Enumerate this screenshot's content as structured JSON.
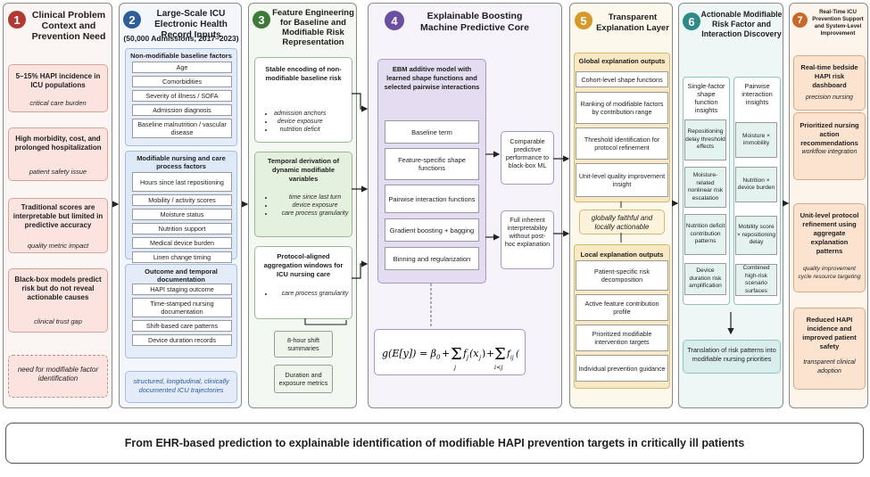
{
  "p1": {
    "number": "1",
    "title": "Clinical Problem Context and Prevention Need",
    "cards": [
      {
        "main": "5–15% HAPI incidence in ICU populations",
        "sub": "critical care burden"
      },
      {
        "main": "High morbidity, cost, and prolonged hospitalization",
        "sub": "patient safety issue"
      },
      {
        "main": "Traditional scores are interpretable but limited in predictive accuracy",
        "sub": "quality metric impact"
      },
      {
        "main": "Black-box models predict risk but do not reveal actionable causes",
        "sub": "clinical trust gap"
      }
    ],
    "need": "need for modifiable factor identification"
  },
  "p2": {
    "number": "2",
    "title": "Large-Scale ICU Electronic Health Record Inputs",
    "subtitle": "(50,000 Admissions, 2017–2023)",
    "g1": {
      "title": "Non-modifiable baseline factors",
      "items": [
        "Age",
        "Comorbidities",
        "Severity of illness / SOFA",
        "Admission diagnosis",
        "Baseline malnutrition / vascular disease"
      ]
    },
    "g2": {
      "title": "Modifiable nursing and care process factors",
      "items": [
        "Hours since last repositioning",
        "Mobility / activity scores",
        "Moisture status",
        "Nutrition support",
        "Medical device burden",
        "Linen change timing"
      ]
    },
    "g3": {
      "title": "Outcome and temporal documentation",
      "items": [
        "HAPI staging outcome",
        "Time-stamped nursing documentation",
        "Shift-based care patterns",
        "Device duration records"
      ]
    },
    "footer": "structured, longitudinal, clinically documented ICU trajectories"
  },
  "p3": {
    "number": "3",
    "title": "Feature Engineering for Baseline and Modifiable Risk Representation",
    "c1": {
      "title": "Stable encoding of non-modifiable baseline risk",
      "bullets": [
        "admission anchors",
        "device exposure",
        "nutrition deficit"
      ]
    },
    "c2": {
      "title": "Temporal derivation of dynamic modifiable variables",
      "bullets": [
        "time since last turn",
        "device exposure",
        "care process granularity"
      ]
    },
    "c3": {
      "title": "Protocol-aligned aggregation windows for ICU nursing care",
      "bullets": [
        "care process granularity"
      ]
    },
    "b1": "8-hour shift summaries",
    "b2": "Duration and exposure metrics"
  },
  "p4": {
    "number": "4",
    "title": "Explainable Boosting Machine Predictive Core",
    "model_title": "EBM additive model with learned shape functions and selected pairwise interactions",
    "items": [
      "Baseline term",
      "Feature-specific shape functions",
      "Pairwise interaction functions",
      "Gradient boosting + bagging",
      "Binning and regularization"
    ],
    "r1": "Comparable predictive performance to black-box ML",
    "r2": "Full inherent interpretability without post-hoc explanation",
    "formula_lhs": "g(E[y]) = β",
    "formula_rest": " + Σ f(x) + Σ f(x, x)"
  },
  "p5": {
    "number": "5",
    "title": "Transparent Explanation Layer",
    "g_title": "Global explanation outputs",
    "g_items": [
      "Cohort-level shape functions",
      "Ranking of modifiable factors by contribution range",
      "Threshold identification for protocol refinement",
      "Unit-level quality improvement insight"
    ],
    "mid": "globally faithful and locally actionable",
    "l_title": "Local explanation outputs",
    "l_items": [
      "Patient-specific risk decomposition",
      "Active feature contribution profile",
      "Prioritized modifiable intervention targets",
      "Individual prevention guidance"
    ]
  },
  "p6": {
    "number": "6",
    "title": "Actionable Modifiable Risk Factor and Interaction Discovery",
    "c1_title": "Single-factor shape function insights",
    "c1_items": [
      "Repositioning delay threshold effects",
      "Moisture-related nonlinear risk escalation",
      "Nutrition deficit contribution patterns",
      "Device duration risk amplification"
    ],
    "c2_title": "Pairwise interaction insights",
    "c2_items": [
      "Moisture × immobility",
      "Nutrition × device burden",
      "Mobility score × repositioning delay",
      "Combined high-risk scenario surfaces"
    ],
    "bottom": "Translation of risk patterns into modifiable nursing priorities"
  },
  "p7": {
    "number": "7",
    "title": "Real-Time ICU Prevention Support and System-Level Improvement",
    "cards": [
      {
        "main": "Real-time bedside HAPI risk dashboard",
        "sub": "precision nursing"
      },
      {
        "main": "Prioritized nursing action recommendations",
        "sub": "workflow integration"
      },
      {
        "main": "Unit-level protocol refinement using aggregate explanation patterns",
        "sub": "quality improvement cycle resource targeting"
      },
      {
        "main": "Reduced HAPI incidence and improved patient safety",
        "sub": "transparent clinical adoption"
      }
    ]
  },
  "bottom_banner": "From EHR-based prediction to explainable identification of modifiable HAPI prevention targets in critically ill patients",
  "colors": {
    "p1_accent": "#b03a32",
    "p2_accent": "#2f5d9a",
    "p3_accent": "#3f7a3a",
    "p4_accent": "#6b4fa0",
    "p5_accent": "#d79a2a",
    "p6_accent": "#2e8a86",
    "p7_accent": "#c8692c"
  }
}
